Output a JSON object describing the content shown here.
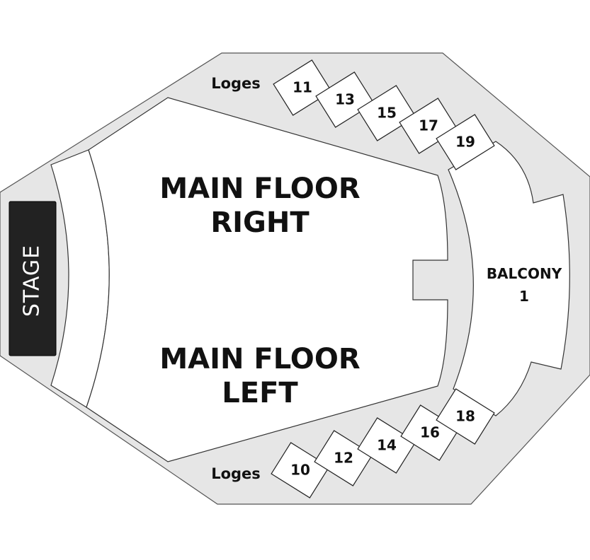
{
  "stage": {
    "label": "STAGE"
  },
  "main_floor_right": {
    "line1": "MAIN FLOOR",
    "line2": "RIGHT"
  },
  "main_floor_left": {
    "line1": "MAIN FLOOR",
    "line2": "LEFT"
  },
  "balcony": {
    "line1": "BALCONY",
    "line2": "1"
  },
  "loges_top": {
    "label": "Loges",
    "boxes": [
      "11",
      "13",
      "15",
      "17",
      "19"
    ]
  },
  "loges_bottom": {
    "label": "Loges",
    "boxes": [
      "10",
      "12",
      "14",
      "16",
      "18"
    ]
  },
  "colors": {
    "background": "#e6e6e6",
    "stage": "#222222",
    "section": "#ffffff",
    "outline": "#333333"
  }
}
